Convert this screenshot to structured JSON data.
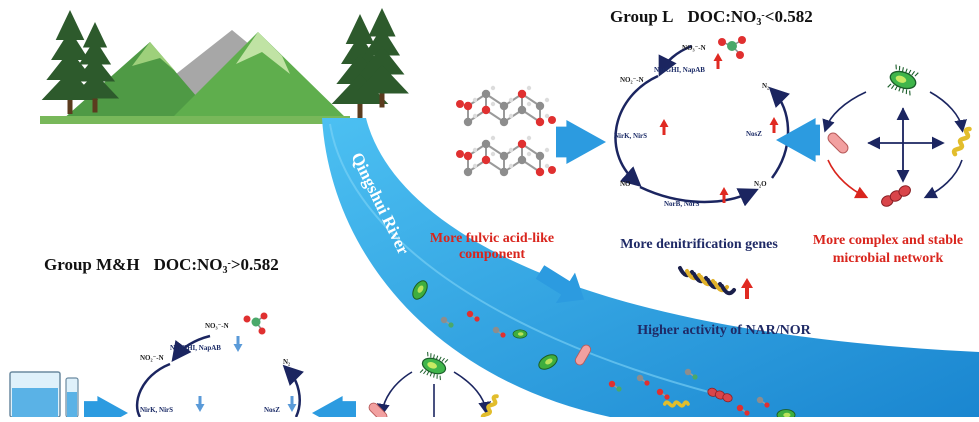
{
  "group_l": {
    "label": "Group L",
    "ratio": "DOC:NO",
    "sup": "3",
    "sup_sign": "-",
    "rel": "<0.582"
  },
  "group_mh": {
    "label": "Group M&H",
    "ratio": "DOC:NO",
    "sup": "3",
    "sup_sign": "-",
    "rel": ">0.582"
  },
  "river_label": "Qingshui River",
  "cycle_species": {
    "no3": "NO₃⁻-N",
    "no2": "NO₂⁻-N",
    "n2": "N₂",
    "no": "NO",
    "n2o": "N₂O"
  },
  "cycle_genes": {
    "narghi": "NarGHI, NapAB",
    "nirk": "NirK, NirS",
    "nosz": "NosZ",
    "norb": "NorB, NorS"
  },
  "fulvic_label": {
    "line1": "More fulvic acid-like",
    "line2": "component"
  },
  "denit_label": "More denitrification genes",
  "network_label": {
    "line1": "More complex and stable",
    "line2": "microbial network"
  },
  "activity_label": "Higher activity of NAR/NOR",
  "colors": {
    "river": "#2aa8e8",
    "river_dark": "#1a86d0",
    "arrow_blue": "#2c9be0",
    "cycle_navy": "#1b2560",
    "up_red": "#e02a22",
    "down_blue": "#5a9ad8",
    "tree": "#2d5a2c",
    "mountain": "#4f9a45",
    "mountain_light": "#9ed07b",
    "mountain_rock": "#a7a7a7"
  }
}
